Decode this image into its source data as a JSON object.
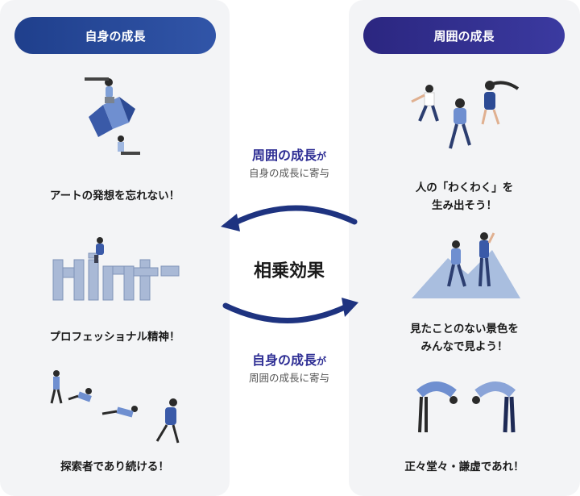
{
  "left": {
    "heading": "自身の成長",
    "items": [
      {
        "caption": "アートの発想を忘れない！"
      },
      {
        "caption": "プロフェッショナル精神！"
      },
      {
        "caption": "探索者であり続ける！"
      }
    ]
  },
  "right": {
    "heading": "周囲の成長",
    "items": [
      {
        "line1": "人の「わくわく」を",
        "line2": "生み出そう！"
      },
      {
        "line1": "見たことのない景色を",
        "line2": "みんなで見よう！"
      },
      {
        "line1": "正々堂々・謙虚であれ！"
      }
    ]
  },
  "center": {
    "title": "相乗効果",
    "top": {
      "strong": "周囲の成長",
      "particle": "が",
      "sub": "自身の成長に寄与"
    },
    "bottom": {
      "strong": "自身の成長",
      "particle": "が",
      "sub": "周囲の成長に寄与"
    }
  },
  "colors": {
    "navy": "#1f3f8c",
    "indigo": "#2b2680",
    "panel": "#f3f4f6",
    "arrow": "#1e3380"
  }
}
